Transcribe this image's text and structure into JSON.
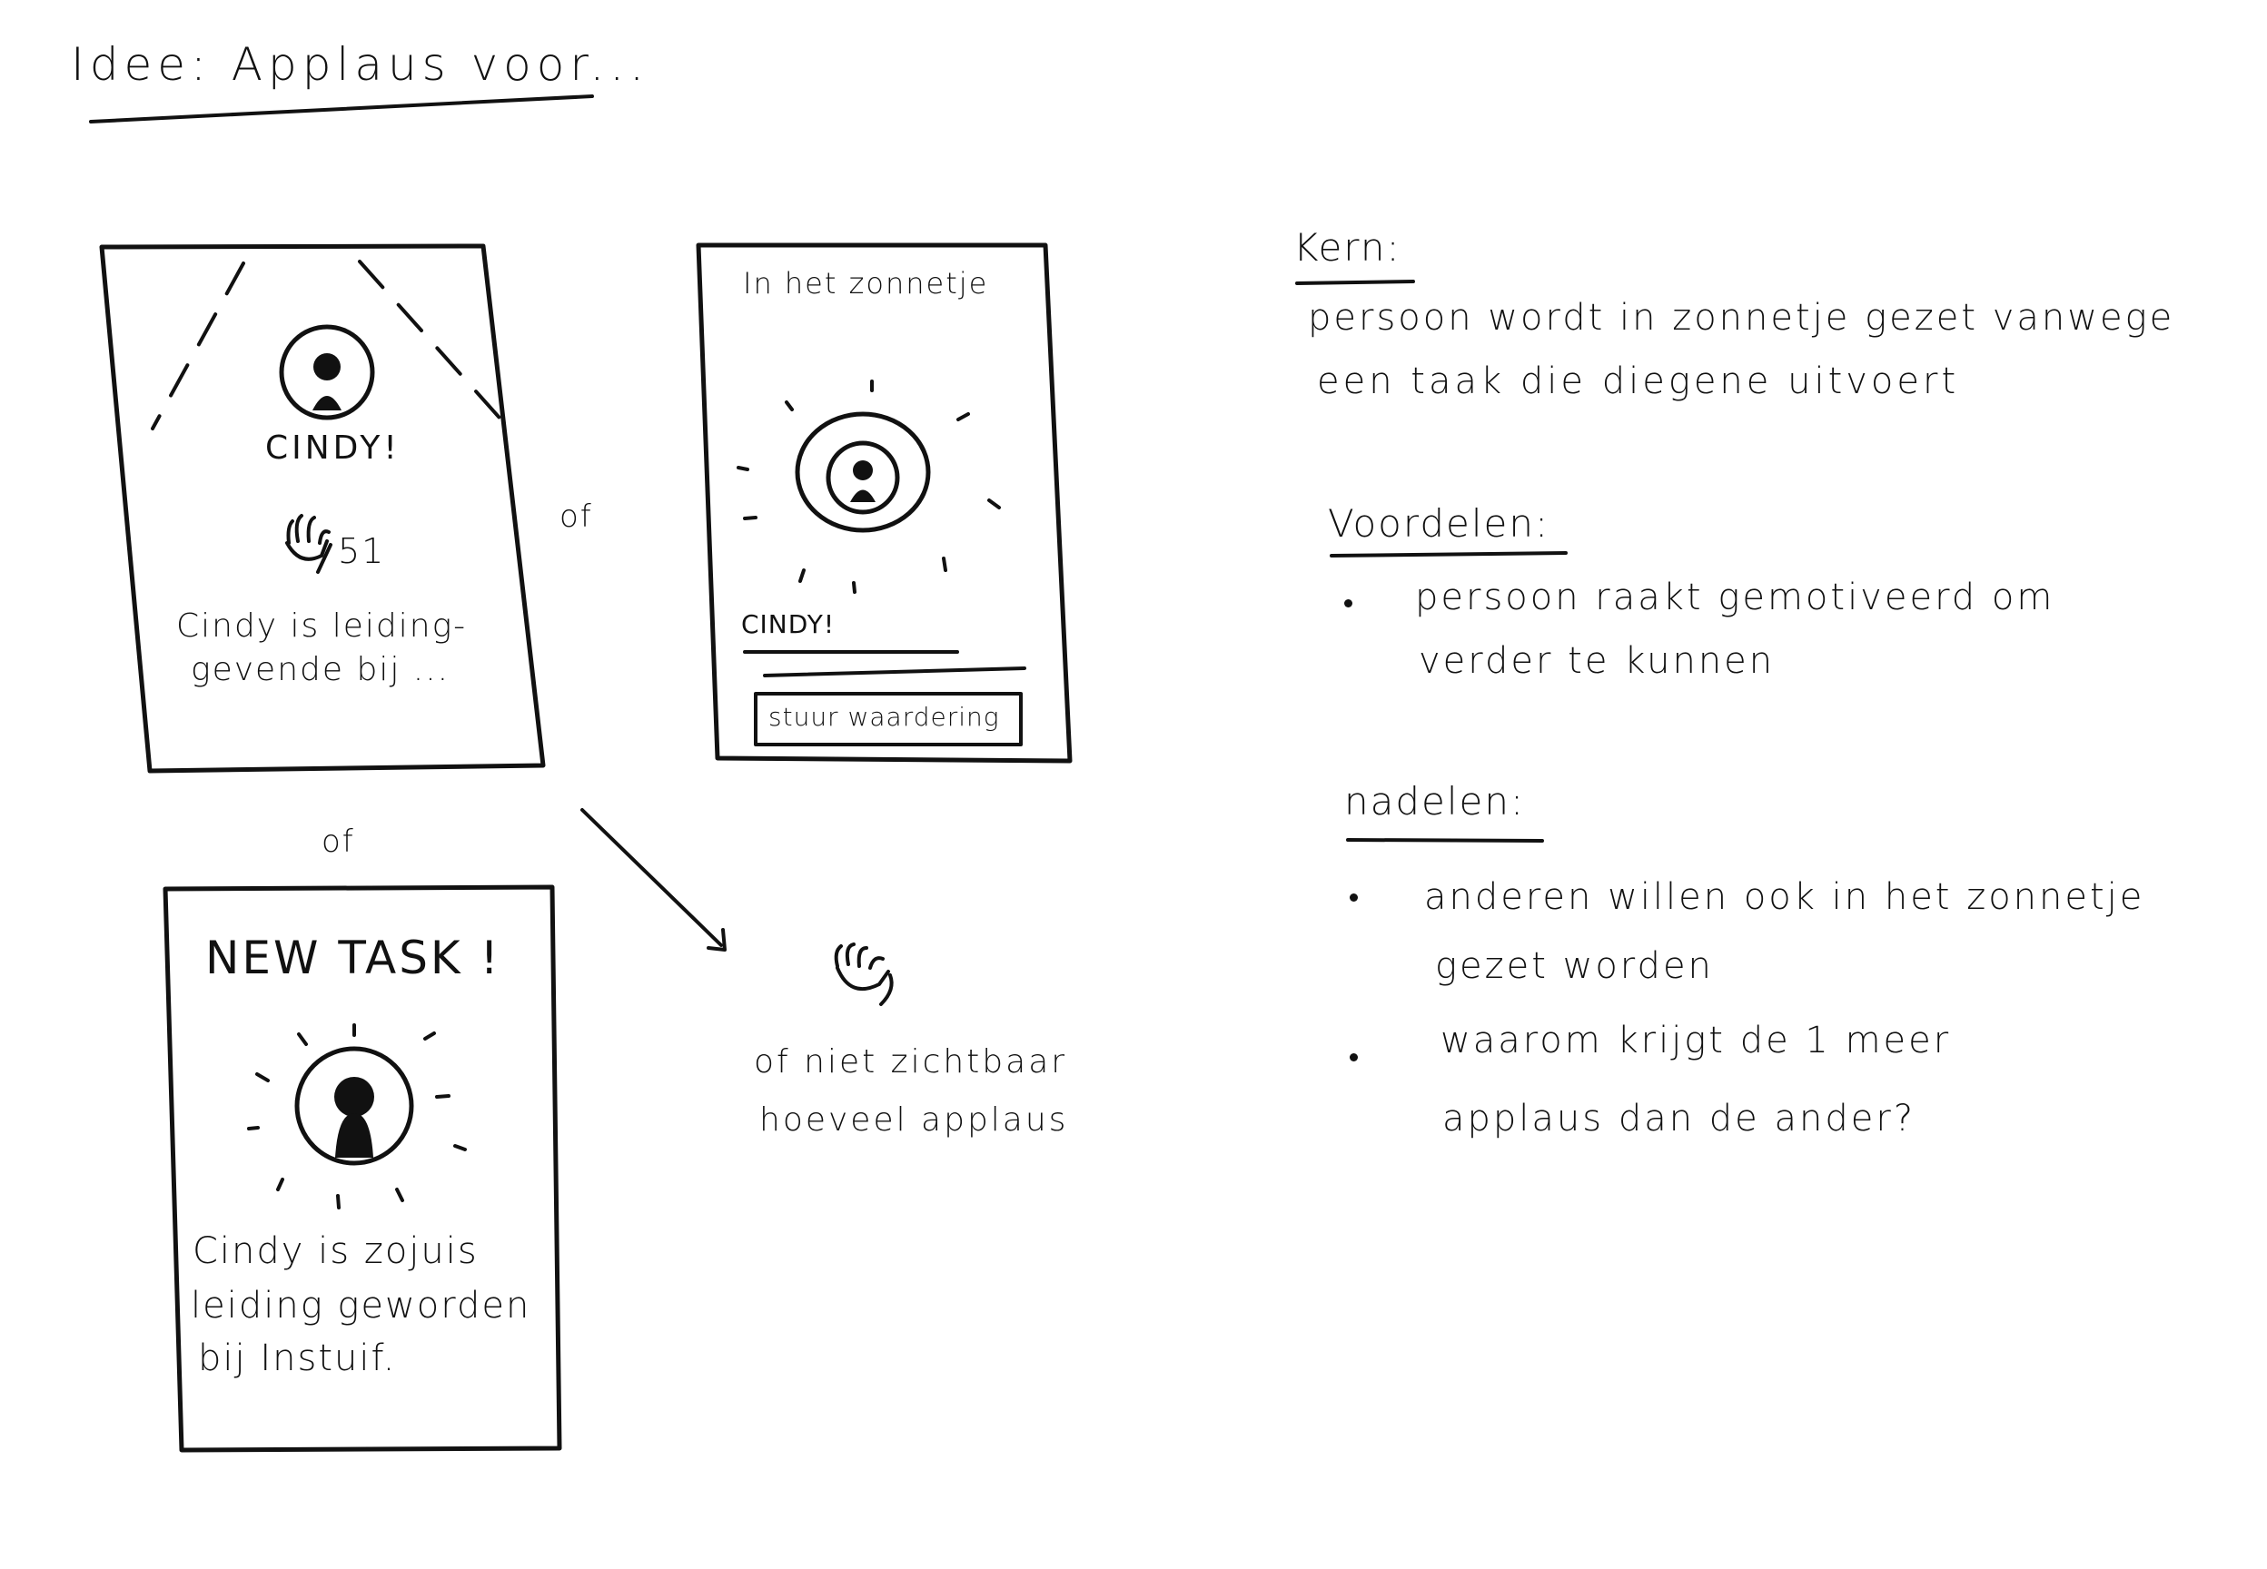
{
  "title": "Idee: Applaus voor...",
  "or_label": "of",
  "sketch1": {
    "name": "CINDY!",
    "applause_count": "51",
    "caption_line1": "Cindy is leiding-",
    "caption_line2": "gevende bij ..."
  },
  "sketch2": {
    "header": "In het zonnetje",
    "name": "CINDY!",
    "button_label": "stuur waardering"
  },
  "sketch3": {
    "header": "NEW TASK !",
    "caption_line1": "Cindy is zojuis",
    "caption_line2": "leiding geworden",
    "caption_line3": "bij Instuif."
  },
  "alt_note": {
    "line1": "of niet zichtbaar",
    "line2": "hoeveel applaus"
  },
  "notes": {
    "kern_heading": "Kern:",
    "kern_line1": "persoon wordt in zonnetje gezet vanwege",
    "kern_line2": "een taak die diegene uitvoert",
    "voordelen_heading": "Voordelen:",
    "voordelen": [
      {
        "line1": "persoon raakt gemotiveerd om",
        "line2": "verder te kunnen"
      }
    ],
    "nadelen_heading": "nadelen:",
    "nadelen": [
      {
        "line1": "anderen willen ook in het zonnetje",
        "line2": "gezet worden"
      },
      {
        "line1": "waarom krijgt de 1 meer",
        "line2": "applaus dan de ander?"
      }
    ]
  },
  "icons": [
    "applause-hand-icon",
    "avatar-icon",
    "arrow-icon",
    "spotlight-icon"
  ]
}
